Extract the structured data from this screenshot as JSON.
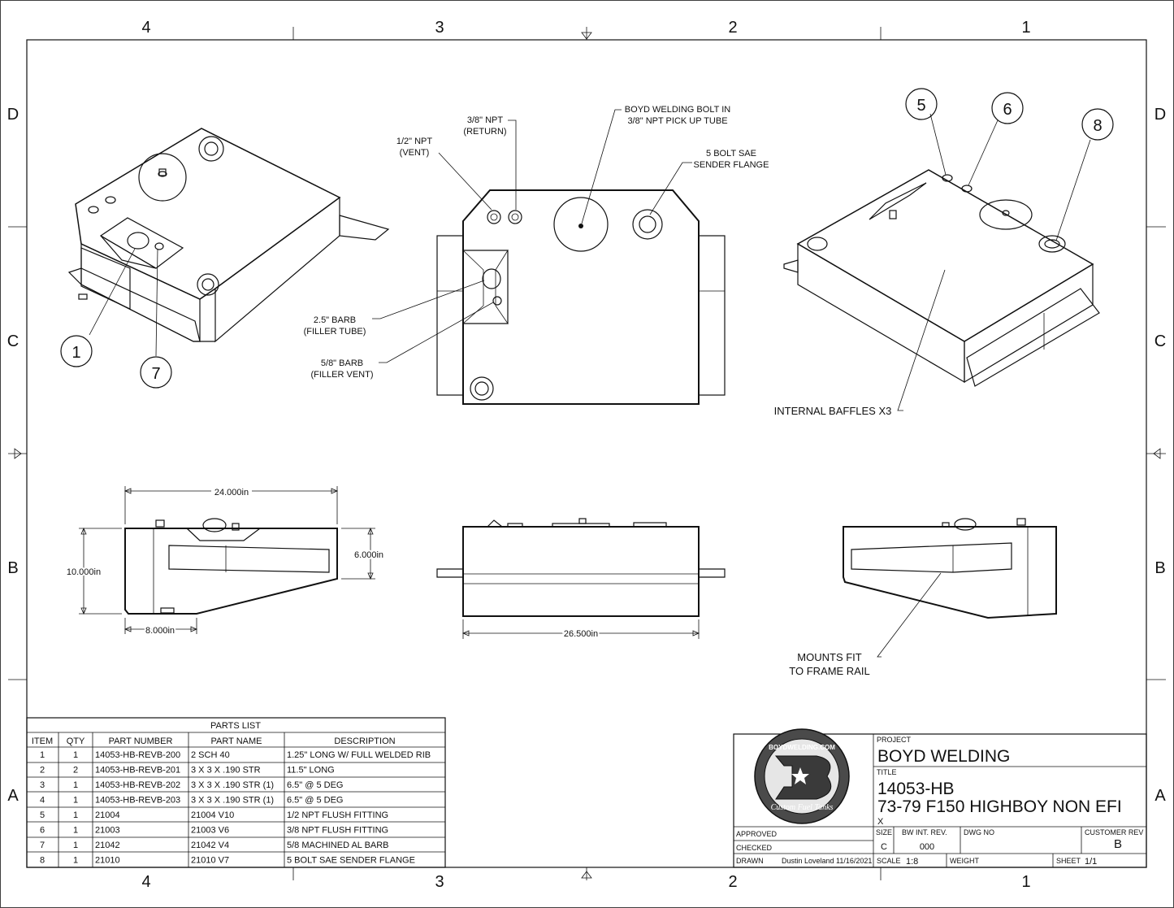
{
  "zones": {
    "columns": [
      "4",
      "3",
      "2",
      "1"
    ],
    "rows": [
      "D",
      "C",
      "B",
      "A"
    ]
  },
  "callouts": {
    "vent": [
      "1/2\" NPT",
      "(VENT)"
    ],
    "return": [
      "3/8\" NPT",
      "(RETURN)"
    ],
    "pickup": [
      "BOYD WELDING BOLT IN",
      "3/8\" NPT PICK UP TUBE"
    ],
    "sender": [
      "5 BOLT SAE",
      "SENDER FLANGE"
    ],
    "barb25": [
      "2.5\" BARB",
      "(FILLER TUBE)"
    ],
    "barb58": [
      "5/8\" BARB",
      "(FILLER VENT)"
    ],
    "baffles": "INTERNAL BAFFLES X3",
    "mounts": [
      "MOUNTS  FIT",
      "TO FRAME RAIL"
    ]
  },
  "balloons": {
    "b1": "1",
    "b7": "7",
    "b5": "5",
    "b6": "6",
    "b8": "8"
  },
  "dimensions": {
    "width_top": "24.000in",
    "height_total": "10.000in",
    "height_side": "6.000in",
    "bottom_width": "8.000in",
    "length": "26.500in"
  },
  "parts_list": {
    "title": "PARTS LIST",
    "headers": [
      "ITEM",
      "QTY",
      "PART NUMBER",
      "PART NAME",
      "DESCRIPTION"
    ],
    "rows": [
      [
        "1",
        "1",
        "14053-HB-REVB-200",
        "2 SCH 40",
        "1.25\" LONG W/ FULL WELDED RIB"
      ],
      [
        "2",
        "2",
        "14053-HB-REVB-201",
        "3 X 3 X .190 STR",
        "11.5\" LONG"
      ],
      [
        "3",
        "1",
        "14053-HB-REVB-202",
        "3 X 3 X .190 STR (1)",
        "6.5\"  @ 5 DEG"
      ],
      [
        "4",
        "1",
        "14053-HB-REVB-203",
        "3 X 3 X .190 STR  (1)",
        "6.5\"  @ 5 DEG"
      ],
      [
        "5",
        "1",
        "21004",
        "21004 V10",
        "1/2 NPT FLUSH FITTING"
      ],
      [
        "6",
        "1",
        "21003",
        "21003 V6",
        "3/8 NPT FLUSH FITTING"
      ],
      [
        "7",
        "1",
        "21042",
        "21042 V4",
        "5/8 MACHINED AL BARB"
      ],
      [
        "8",
        "1",
        "21010",
        "21010 V7",
        "5 BOLT SAE SENDER FLANGE"
      ]
    ]
  },
  "title_block": {
    "logo_text_top": "BOYDWELDING.COM",
    "logo_text_bottom": "Custom Fuel Tanks",
    "project_label": "PROJECT",
    "project": "BOYD WELDING",
    "title_label": "TITLE",
    "title_line1": "14053-HB",
    "title_line2": "73-79 F150 HIGHBOY NON EFI",
    "title_line3": "X",
    "approved_label": "APPROVED",
    "checked_label": "CHECKED",
    "drawn_label": "DRAWN",
    "drawn_value": "Dustin Loveland 11/16/2021",
    "size_label": "SIZE",
    "size_value": "C",
    "bw_rev_label": "BW  INT. REV.",
    "bw_rev_value": "000",
    "dwg_no_label": "DWG NO",
    "customer_rev_label": "CUSTOMER REV",
    "customer_rev_value": "B",
    "scale_label": "SCALE",
    "scale_value": "1:8",
    "weight_label": "WEIGHT",
    "sheet_label": "SHEET",
    "sheet_value": "1/1"
  }
}
